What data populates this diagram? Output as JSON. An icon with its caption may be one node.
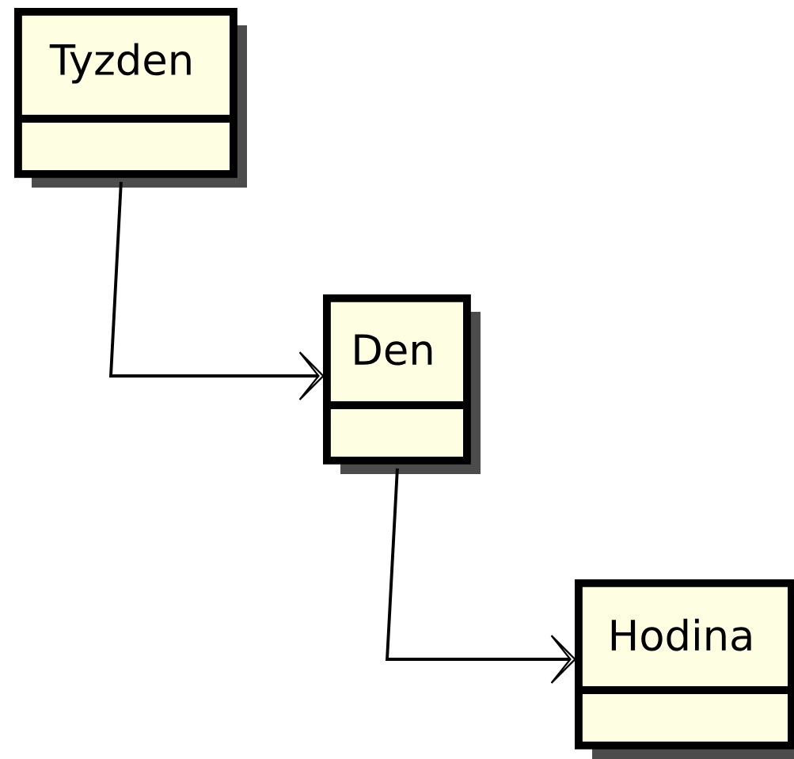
{
  "diagram": {
    "nodes": [
      {
        "text": [
          "Tyzden"
        ]
      },
      {
        "text": [
          "Den"
        ]
      },
      {
        "text": [
          "Hodina"
        ]
      }
    ],
    "edges": [
      {
        "from": 0,
        "to": 1,
        "arrow": "to"
      },
      {
        "from": 1,
        "to": 2,
        "arrow": "to"
      }
    ]
  }
}
